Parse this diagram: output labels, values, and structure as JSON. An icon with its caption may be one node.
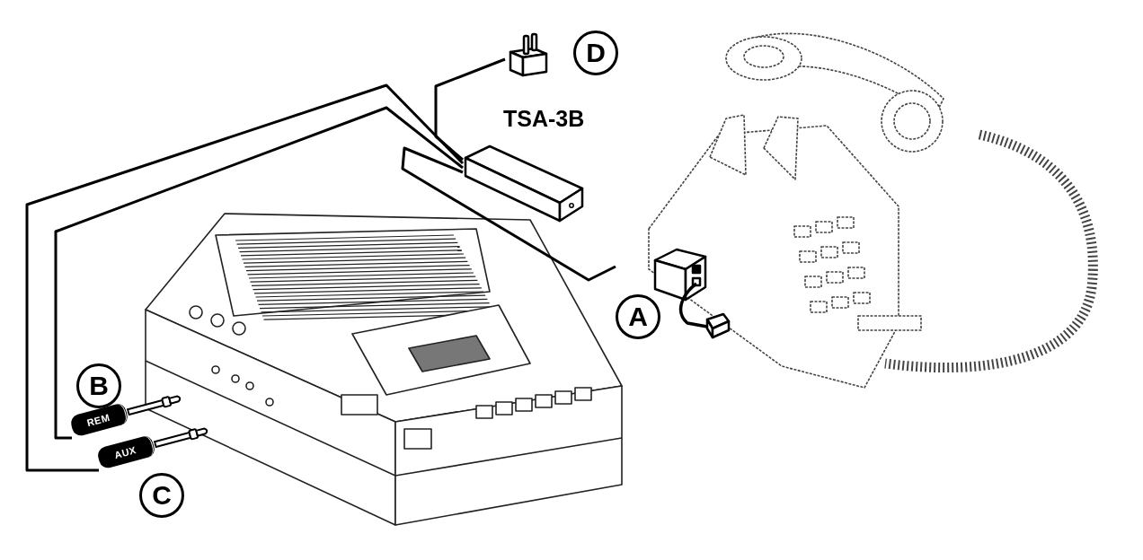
{
  "diagram": {
    "nodes": [
      {
        "text": [
          "TSA-3B"
        ]
      },
      {
        "text": [
          "D"
        ]
      },
      {
        "text": [
          "A"
        ]
      },
      {
        "text": [
          "B",
          "REM"
        ]
      },
      {
        "text": [
          "AUX",
          "C"
        ]
      }
    ],
    "edges": [
      {
        "from": 0,
        "to": 1,
        "arrow": "none"
      },
      {
        "from": 0,
        "to": 2,
        "arrow": "none"
      },
      {
        "from": 0,
        "to": 3,
        "arrow": "none"
      },
      {
        "from": 0,
        "to": 4,
        "arrow": "none"
      }
    ]
  }
}
